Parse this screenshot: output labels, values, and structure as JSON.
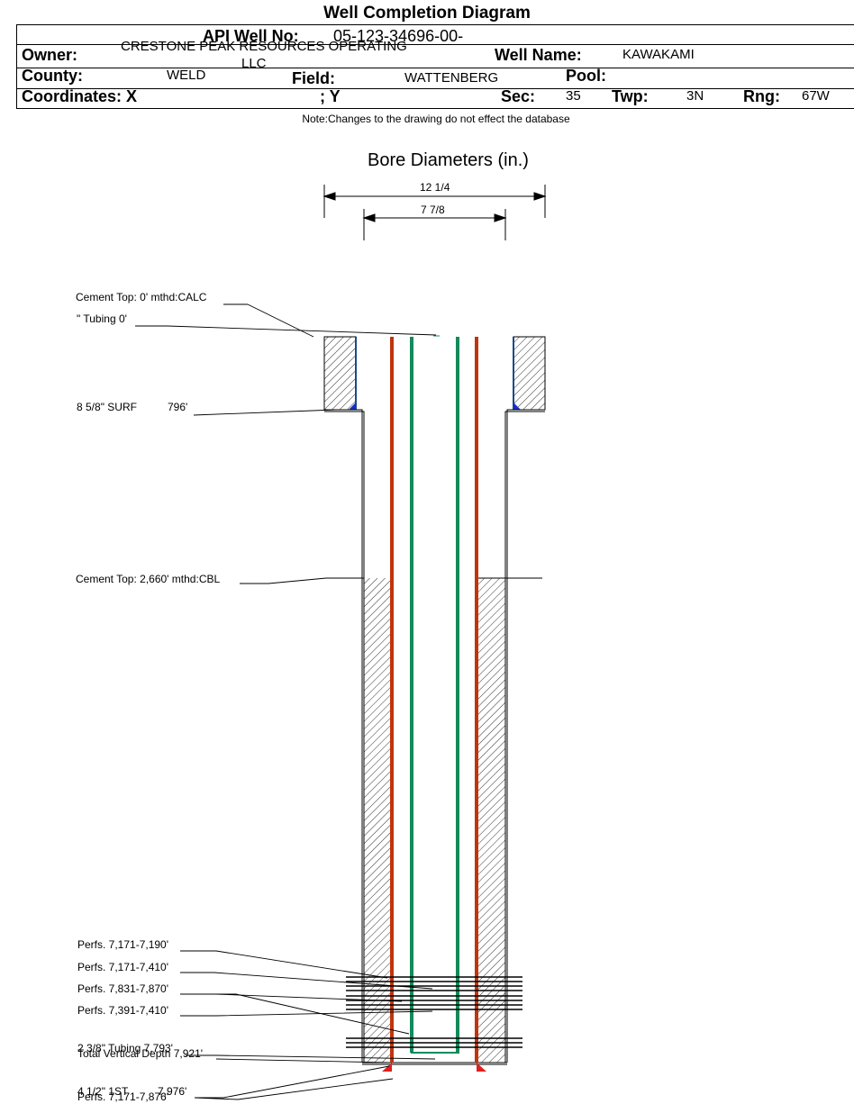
{
  "title": "Well Completion Diagram",
  "header": {
    "api_label": "API Well No:",
    "api_value": "05-123-34696-00-",
    "owner_label": "Owner:",
    "owner_value_line1": "CRESTONE PEAK RESOURCES OPERATING",
    "owner_value_line2": "LLC",
    "well_name_label": "Well Name:",
    "well_name_value": "KAWAKAMI",
    "county_label": "County:",
    "county_value": "WELD",
    "field_label": "Field:",
    "field_value": "WATTENBERG",
    "pool_label": "Pool:",
    "pool_value": "",
    "coordinates_label": "Coordinates: X",
    "y_label": "; Y",
    "sec_label": "Sec:",
    "sec_value": "35",
    "twp_label": "Twp:",
    "twp_value": "3N",
    "rng_label": "Rng:",
    "rng_value": "67W"
  },
  "note": "Note:Changes to the drawing do not effect the database",
  "bore": {
    "title": "Bore Diameters (in.)",
    "outer": "12 1/4",
    "inner": "7 7/8"
  },
  "annotations": {
    "cement_top_1": "Cement Top: 0' mthd:CALC",
    "tubing_top": "\" Tubing 0'",
    "surf_casing": "8 5/8\" SURF",
    "surf_depth": "796'",
    "cement_top_2": "Cement Top: 2,660' mthd:CBL",
    "perf_1": "Perfs. 7,171-7,190'",
    "perf_2": "Perfs. 7,171-7,410'",
    "perf_3": "Perfs. 7,831-7,870'",
    "perf_4": "Perfs. 7,391-7,410'",
    "tubing_bottom": "2 3/8\" Tubing 7,793'",
    "total_depth": "Total Vertical Depth 7,921'",
    "prod_casing": "4 1/2\" 1ST",
    "prod_depth": "7,976'",
    "perf_5": "Perfs. 7,171-7,876'"
  },
  "colors": {
    "casing_red": "#c0350e",
    "tubing_green": "#148a5a",
    "shoe_blue": "#1530c8",
    "shoe_red": "#e02020"
  }
}
